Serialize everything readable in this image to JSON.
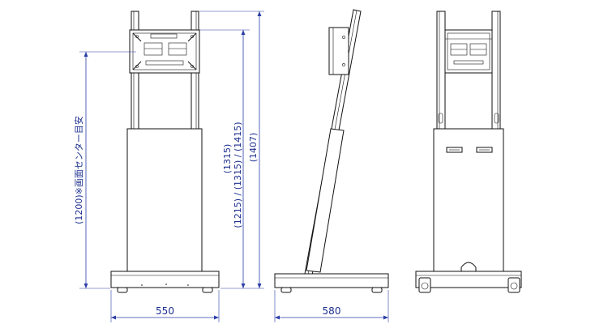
{
  "dimensions": {
    "front_width": "550",
    "side_width": "580",
    "screen_center": "(1200)※画面センター目安",
    "height_mid": "(1315)",
    "height_range": "(1215) / (1315) / (1415)",
    "height_total": "(1407)"
  },
  "colors": {
    "dimension": "#2b3ea6",
    "outline": "#111111"
  }
}
